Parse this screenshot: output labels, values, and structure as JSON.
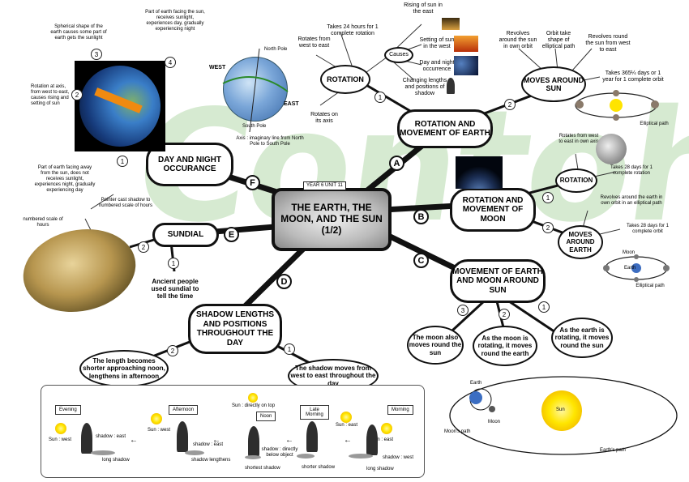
{
  "central": {
    "tag": "YEAR 6  UNIT 11",
    "title": "THE EARTH, THE MOON, AND THE SUN (1/2)"
  },
  "letters": {
    "a": "A",
    "b": "B",
    "c": "C",
    "d": "D",
    "e": "E",
    "f": "F"
  },
  "nums": {
    "n1": "1",
    "n2": "2",
    "n3": "3",
    "n4": "4"
  },
  "branch_a": {
    "title": "ROTATION AND MOVEMENT OF EARTH",
    "rotation": "ROTATION",
    "moves_around_sun": "MOVES AROUND SUN",
    "takes_24": "Takes 24 hours for 1 complete rotation",
    "rotates_west_east": "Rotates from west to east",
    "rotates_axis": "Rotates on its axis",
    "causes": "Causes",
    "rising_sun": "Rising of sun in the east",
    "setting_sun": "Setting of sun in the west",
    "day_night": "Day and night occurrence",
    "changing_lengths": "Changing lengths and positions of shadow",
    "revolves_sun": "Revolves around the sun in own orbit",
    "orbit_shape": "Orbit take shape of elliptical path",
    "revolves_west_east": "Revolves round the sun from west to east",
    "takes_365": "Takes 365¼ days or 1 year for 1 complete orbit",
    "elliptical_path": "Elliptical path"
  },
  "branch_b": {
    "title": "ROTATION AND MOVEMENT OF MOON",
    "rotation": "ROTATION",
    "moves_around_earth": "MOVES AROUND EARTH",
    "rotates_moon": "Rotates from west to east in own axis",
    "takes_28_rot": "Takes 28 days for 1 complete rotation",
    "revolves_earth": "Revolves around the earth in own orbit in an elliptical path",
    "takes_28_orbit": "Takes 28 days for 1 complete orbit",
    "moon": "Moon",
    "earth": "Earth",
    "elliptical_path": "Elliptical path"
  },
  "branch_c": {
    "title": "MOVEMENT OF EARTH AND MOON AROUND SUN",
    "c1": "As the earth is rotating, it moves round the sun",
    "c2": "As the moon is rotating, it moves round the earth",
    "c3": "The moon also moves round the sun"
  },
  "branch_d": {
    "title": "SHADOW LENGTHS AND POSITIONS THROUGHOUT THE DAY",
    "d1": "The shadow moves from west to east throughout the day",
    "d2": "The length becomes shorter approaching noon, lengthens in afternoon"
  },
  "branch_e": {
    "title": "SUNDIAL",
    "e1": "Ancient people used sundial to tell the time",
    "pointer": "Pointer cast shadow to numbered scale of hours",
    "numbered": "numbered scale of hours"
  },
  "branch_f": {
    "title": "DAY AND NIGHT OCCURANCE",
    "f1": "Part of earth facing away from the sun, does not receives sunlight, experiences night, gradually experiencing day",
    "f2": "Rotation at axis, from west to east, causes rising and setting of sun",
    "f3": "Spherical shape of the earth causes some part of earth gets the sunlight",
    "f4": "Part of earth facing the sun, receives sunlight, experiences day, gradually experiencing night"
  },
  "globe": {
    "north": "North Pole",
    "south": "South Pole",
    "west": "WEST",
    "east": "EAST",
    "axis": "Axis : imaginary line from North Pole to South Pole"
  },
  "shadow_panel": {
    "evening": "Evening",
    "afternoon": "Afternoon",
    "noon": "Noon",
    "late_morning": "Late Morning",
    "morning": "Morning",
    "sun_west": "Sun : west",
    "sun_east": "Sun : east",
    "sun_top": "Sun : directly on top",
    "shadow_east": "shadow : east",
    "shadow_west": "shadow : west",
    "shadow_below": "shadow : directly below object",
    "long_shadow": "long shadow",
    "shadow_lengthens": "shadow lengthens",
    "shortest_shadow": "shortest shadow",
    "shorter_shadow": "shorter shadow",
    "arrow": "←"
  },
  "orbit_panel": {
    "earth": "Earth",
    "moon": "Moon",
    "sun": "Sun",
    "moons_path": "Moon's path",
    "earths_path": "Earth's path"
  },
  "background_word": "Contoh"
}
